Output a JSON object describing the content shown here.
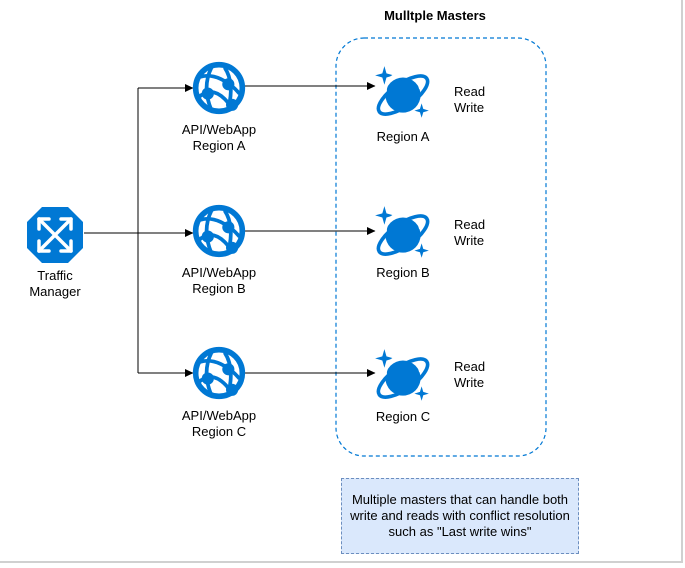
{
  "title": "Mulltple Masters",
  "traffic_manager": {
    "line1": "Traffic",
    "line2": "Manager",
    "icon": "traffic-manager-icon"
  },
  "apps": [
    {
      "line1": "API/WebApp",
      "line2": "Region A",
      "icon": "web-app-globe-icon"
    },
    {
      "line1": "API/WebApp",
      "line2": "Region B",
      "icon": "web-app-globe-icon"
    },
    {
      "line1": "API/WebApp",
      "line2": "Region C",
      "icon": "web-app-globe-icon"
    }
  ],
  "databases": [
    {
      "label": "Region A",
      "access_read": "Read",
      "access_write": "Write",
      "icon": "cosmos-db-icon"
    },
    {
      "label": "Region B",
      "access_read": "Read",
      "access_write": "Write",
      "icon": "cosmos-db-icon"
    },
    {
      "label": "Region C",
      "access_read": "Read",
      "access_write": "Write",
      "icon": "cosmos-db-icon"
    }
  ],
  "note": "Multiple masters that can handle both write and reads with conflict resolution such as \"Last write wins\"",
  "colors": {
    "azure_blue": "#0078d4",
    "dashed_border": "#0078d4",
    "note_fill": "#dae8fc",
    "note_border": "#6c8ebf",
    "arrow": "#000000"
  }
}
